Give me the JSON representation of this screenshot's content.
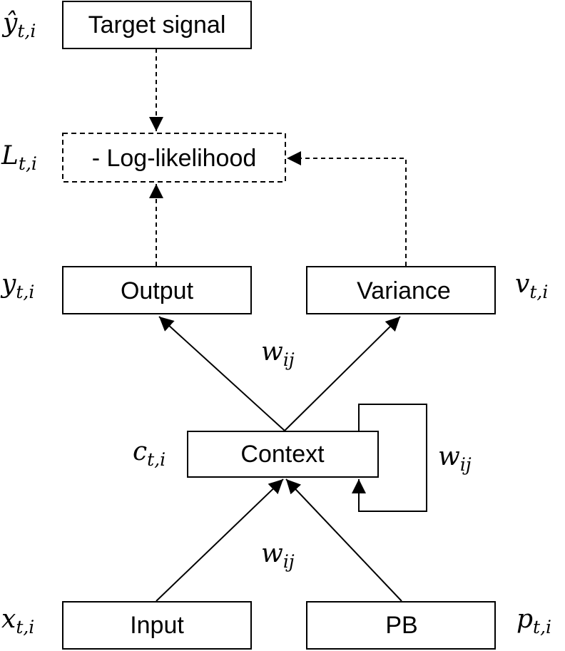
{
  "nodes": {
    "target": {
      "label": "Target signal"
    },
    "loglik": {
      "label": "- Log-likelihood"
    },
    "output": {
      "label": "Output"
    },
    "variance": {
      "label": "Variance"
    },
    "context": {
      "label": "Context"
    },
    "input": {
      "label": "Input"
    },
    "pb": {
      "label": "PB"
    }
  },
  "symbols": {
    "yhat": {
      "main": "ŷ",
      "sub": "t,i"
    },
    "L": {
      "main": "L",
      "sub": "t,i"
    },
    "y": {
      "main": "y",
      "sub": "t,i"
    },
    "v": {
      "main": "v",
      "sub": "t,i"
    },
    "c": {
      "main": "c",
      "sub": "t,i"
    },
    "x": {
      "main": "x",
      "sub": "t,i"
    },
    "p": {
      "main": "p",
      "sub": "t,i"
    },
    "w_upper": {
      "main": "w",
      "sub": "ij"
    },
    "w_recurrent": {
      "main": "w",
      "sub": "ij"
    },
    "w_lower": {
      "main": "w",
      "sub": "ij"
    }
  }
}
